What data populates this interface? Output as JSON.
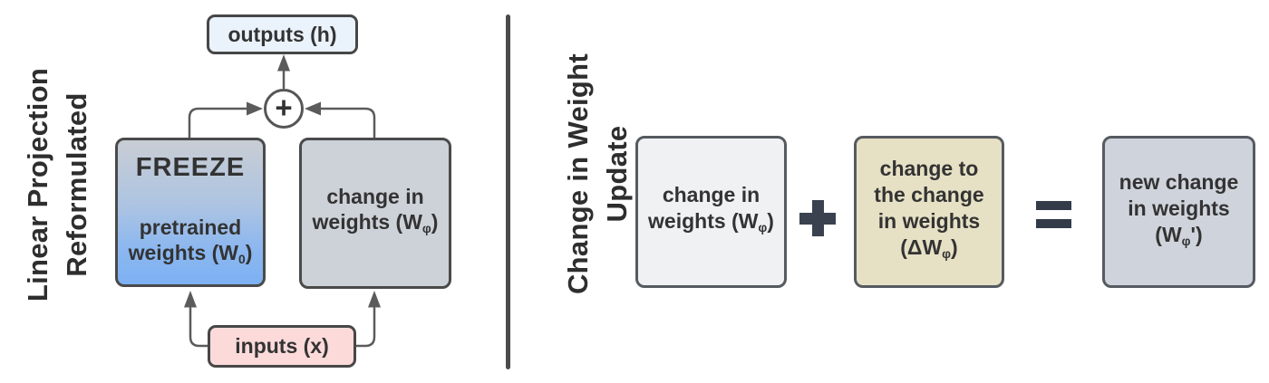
{
  "left_panel": {
    "title": {
      "line1": "Linear Projection",
      "line2": "Reformulated"
    },
    "outputs_box": {
      "label": "outputs (h)"
    },
    "sum_node": {
      "symbol": "+"
    },
    "freeze_box": {
      "header": "FREEZE",
      "label_lines": [
        [
          {
            "t": "pretrained"
          }
        ],
        [
          {
            "t": "weights (W"
          },
          {
            "t": "0",
            "sub": true
          },
          {
            "t": ")"
          }
        ]
      ]
    },
    "change_weights_box": {
      "label_lines": [
        [
          {
            "t": "change in"
          }
        ],
        [
          {
            "t": "weights (W"
          },
          {
            "t": "φ",
            "sub": true
          },
          {
            "t": ")"
          }
        ]
      ]
    },
    "inputs_box": {
      "label": "inputs (x)"
    }
  },
  "right_panel": {
    "title": {
      "line1": "Change in Weight",
      "line2": "Update"
    },
    "change_weights_box": {
      "label_lines": [
        [
          {
            "t": "change in"
          }
        ],
        [
          {
            "t": "weights (W"
          },
          {
            "t": "φ",
            "sub": true
          },
          {
            "t": ")"
          }
        ]
      ]
    },
    "plus_operator": "+",
    "delta_change_box": {
      "label_lines": [
        [
          {
            "t": "change to"
          }
        ],
        [
          {
            "t": "the change"
          }
        ],
        [
          {
            "t": "in weights"
          }
        ],
        [
          {
            "t": "(ΔW"
          },
          {
            "t": "φ",
            "sub": true
          },
          {
            "t": ")"
          }
        ]
      ]
    },
    "equals_operator": "=",
    "new_change_box": {
      "label_lines": [
        [
          {
            "t": "new change"
          }
        ],
        [
          {
            "t": "in weights"
          }
        ],
        [
          {
            "t": "(W"
          },
          {
            "t": "φ",
            "sub": true
          },
          {
            "t": "')"
          }
        ]
      ]
    }
  },
  "colors": {
    "outputs_box_bg": "#eaf2fb",
    "freeze_gradient_top": "#c9cdd4",
    "freeze_gradient_bottom": "#7db1f3",
    "gray_box_bg": "#cdd2d9",
    "inputs_box_bg": "#fcdada",
    "light_box_bg": "#f0f1f3",
    "tan_box_bg": "#e6e0c5",
    "blue_gray_box_bg": "#cfd4dc",
    "wire_color": "#5b5b5b",
    "operator_color": "#3a424f",
    "border_color": "#4a4a4a",
    "text_color": "#333333"
  }
}
